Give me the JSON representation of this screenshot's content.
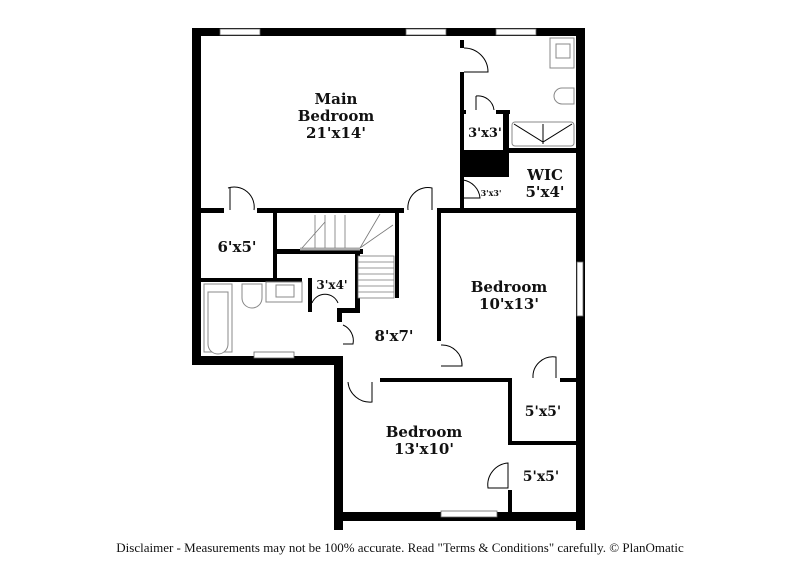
{
  "rooms": {
    "main_bedroom": {
      "name_line1": "Main",
      "name_line2": "Bedroom",
      "size": "21'x14'"
    },
    "closet_3x3_top": {
      "size": "3'x3'"
    },
    "closet_3x3_small": {
      "size": "3'x3'"
    },
    "wic": {
      "name": "WIC",
      "size": "5'x4'"
    },
    "room_6x5": {
      "size": "6'x5'"
    },
    "closet_3x4": {
      "size": "3'x4'"
    },
    "hall": {
      "size": "8'x7'"
    },
    "bedroom_right": {
      "name": "Bedroom",
      "size": "10'x13'"
    },
    "bedroom_bottom": {
      "name": "Bedroom",
      "size": "13'x10'"
    },
    "closet_5x5_top": {
      "size": "5'x5'"
    },
    "closet_5x5_bottom": {
      "size": "5'x5'"
    }
  },
  "footer": {
    "disclaimer": "Disclaimer - Measurements may not be 100% accurate. Read \"Terms & Conditions\" carefully. © PlanOmatic"
  }
}
